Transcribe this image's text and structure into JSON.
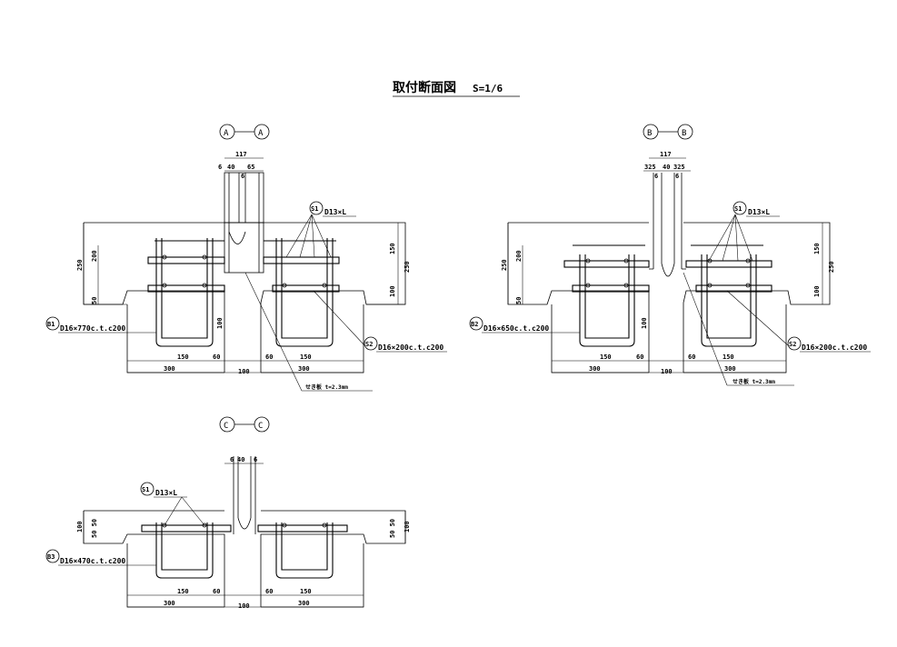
{
  "title": "取付断面図",
  "scale": "S=1/6",
  "sec_a": {
    "mark_left": "A",
    "mark_right": "A",
    "d117": "117",
    "d6": "6",
    "d40": "40",
    "d65": "65",
    "d6b": "6",
    "s1": "S1",
    "s1_spec": "D13×L",
    "b1": "B1",
    "b1_spec": "D16×770c.t.c200",
    "s2": "S2",
    "s2_spec": "D16×200c.t.c200",
    "plate": "せき板 t=2.3mm",
    "h250L": "250",
    "h200": "200",
    "h50": "50",
    "h100m": "100",
    "h150R": "150",
    "h250R": "250",
    "h100R": "100",
    "w150L": "150",
    "w60L": "60",
    "w60R": "60",
    "w150R": "150",
    "w300L": "300",
    "w100": "100",
    "w300R": "300"
  },
  "sec_b": {
    "mark_left": "B",
    "mark_right": "B",
    "d117": "117",
    "d325a": "325",
    "d40": "40",
    "d325b": "325",
    "d6a": "6",
    "d6b": "6",
    "s1": "S1",
    "s1_spec": "D13×L",
    "b2": "B2",
    "b2_spec": "D16×650c.t.c200",
    "s2": "S2",
    "s2_spec": "D16×200c.t.c200",
    "plate": "せき板 t=2.3mm",
    "h250L": "250",
    "h200": "200",
    "h50": "50",
    "h100m": "100",
    "h150R": "150",
    "h250R": "250",
    "h100R": "100",
    "w150L": "150",
    "w60L": "60",
    "w60R": "60",
    "w150R": "150",
    "w300L": "300",
    "w100": "100",
    "w300R": "300"
  },
  "sec_c": {
    "mark_left": "C",
    "mark_right": "C",
    "d6a": "6",
    "d40": "40",
    "d6b": "6",
    "s1": "S1",
    "s1_spec": "D13×L",
    "b3": "B3",
    "b3_spec": "D16×470c.t.c200",
    "h100L": "100",
    "h5050L": "50 50",
    "h5050R": "50 50",
    "h100R": "100",
    "w150L": "150",
    "w60L": "60",
    "w60R": "60",
    "w150R": "150",
    "w300L": "300",
    "w100": "100",
    "w300R": "300"
  }
}
